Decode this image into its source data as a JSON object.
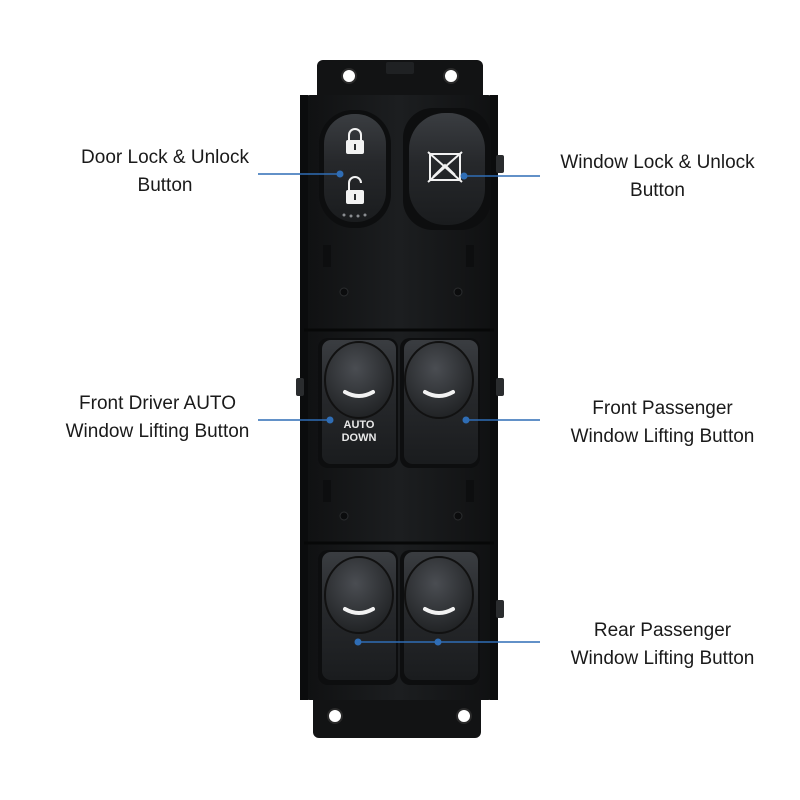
{
  "colors": {
    "background": "#ffffff",
    "panel": "#16181a",
    "button": "#2a2c2f",
    "leader_line": "#2f6db5",
    "leader_dot": "#2f6db5",
    "label_text": "#1a1a1a",
    "symbol": "#f2f2f2"
  },
  "callouts": {
    "door_lock": {
      "line1": "Door Lock & Unlock",
      "line2": "Button"
    },
    "window_lock": {
      "line1": "Window Lock & Unlock",
      "line2": "Button"
    },
    "front_driver": {
      "line1": "Front Driver AUTO",
      "line2": "Window Lifting Button"
    },
    "front_passenger": {
      "line1": "Front Passenger",
      "line2": "Window Lifting Button"
    },
    "rear_passenger": {
      "line1": "Rear Passenger",
      "line2": "Window Lifting Button"
    }
  },
  "switch_panel": {
    "auto_down_line1": "AUTO",
    "auto_down_line2": "DOWN",
    "icons": [
      "lock-icon",
      "unlock-icon",
      "window-lock-icon",
      "window-up-arc-icon"
    ]
  }
}
